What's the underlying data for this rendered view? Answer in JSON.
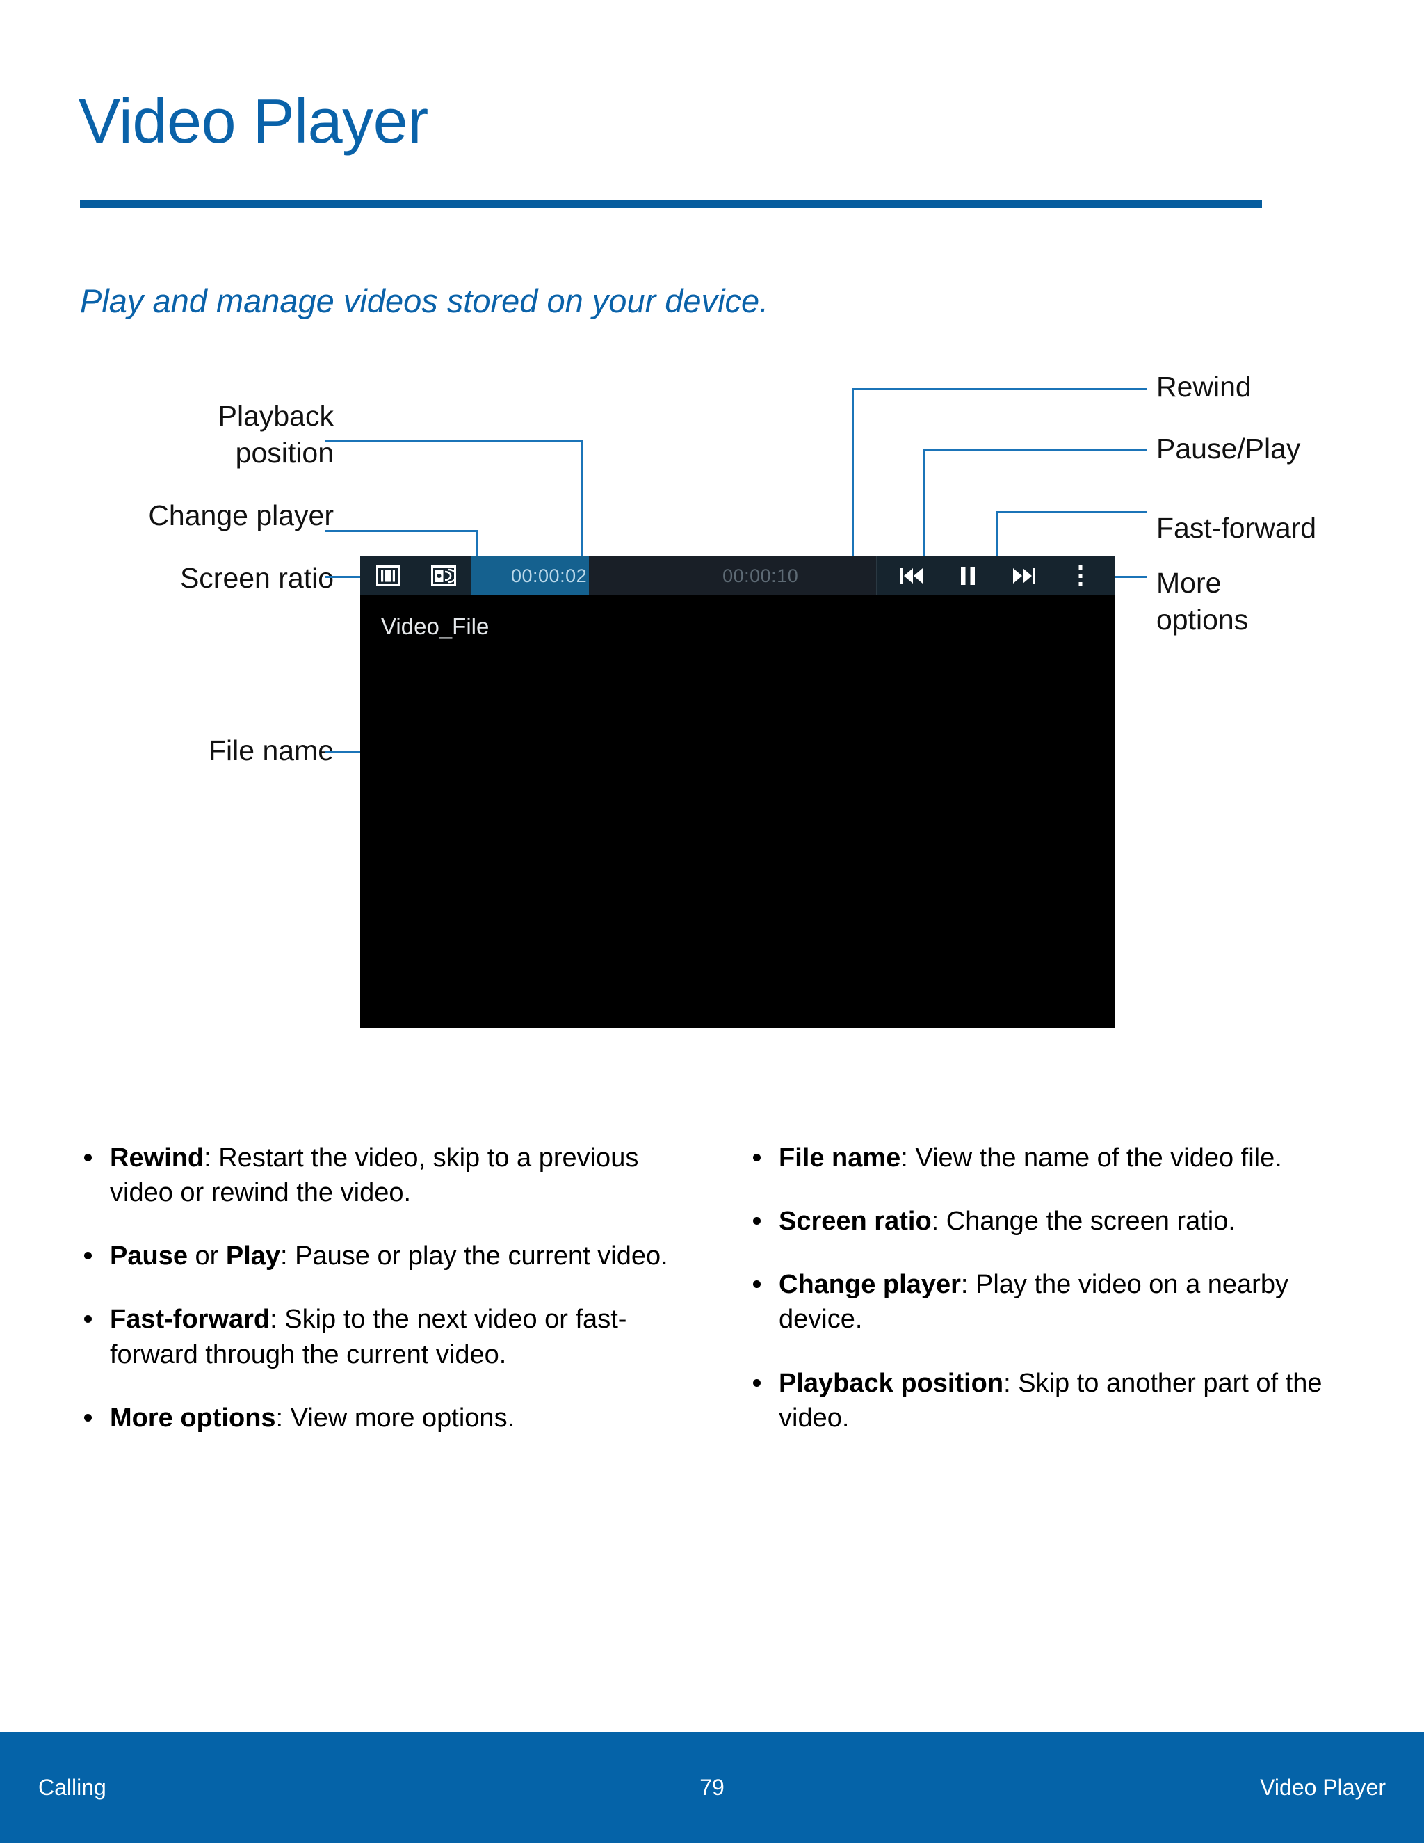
{
  "page": {
    "title": "Video Player",
    "subtitle": "Play and manage videos stored on your device.",
    "accent_color": "#0a62a9",
    "rule_color": "#075d9e",
    "leader_color": "#1b74b8"
  },
  "diagram": {
    "callouts": {
      "playback_position": "Playback\nposition",
      "change_player": "Change player",
      "screen_ratio": "Screen ratio",
      "file_name": "File name",
      "rewind": "Rewind",
      "pause_play": "Pause/Play",
      "fast_forward": "Fast-forward",
      "more_options": "More\noptions"
    },
    "device": {
      "file_name": "Video_File",
      "current_time": "00:00:02",
      "total_time": "00:00:10",
      "progress_percent": 29,
      "icons": {
        "screen_ratio": "screen-ratio-icon",
        "change_player": "change-player-cast-icon",
        "rewind": "rewind-icon",
        "pause": "pause-icon",
        "fast_forward": "fast-forward-icon",
        "more_options": "more-options-kebab-icon"
      },
      "colors": {
        "bar_background": "#16242e",
        "progress_fill": "#15618f",
        "progress_track": "#191f27",
        "video_background": "#000000"
      }
    }
  },
  "bullets": {
    "left": [
      {
        "term": "Rewind",
        "rest": ": Restart the video, skip to a previous video or rewind the video."
      },
      {
        "term": "Pause",
        "mid": " or ",
        "term2": "Play",
        "rest": ": Pause or play the current video."
      },
      {
        "term": "Fast-forward",
        "rest": ": Skip to the next video or fast-forward through the current video."
      },
      {
        "term": "More options",
        "rest": ": View more options."
      }
    ],
    "right": [
      {
        "term": "File name",
        "rest": ": View the name of the video file."
      },
      {
        "term": "Screen ratio",
        "rest": ": Change the screen ratio."
      },
      {
        "term": "Change player",
        "rest": ": Play the video on a nearby device."
      },
      {
        "term": "Playback position",
        "rest": ": Skip to another part of the video."
      }
    ]
  },
  "footer": {
    "left": "Calling",
    "page_number": "79",
    "right": "Video Player",
    "background": "#0563a8"
  }
}
